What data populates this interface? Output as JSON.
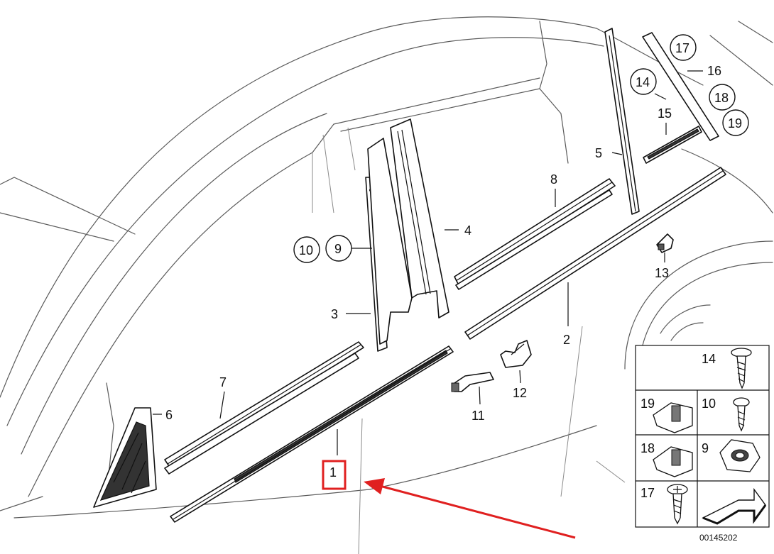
{
  "labels": {
    "l1": "1",
    "l2": "2",
    "l3": "3",
    "l4": "4",
    "l5": "5",
    "l6": "6",
    "l7": "7",
    "l8": "8",
    "l9": "9",
    "l10": "10",
    "l11": "11",
    "l12": "12",
    "l13": "13",
    "l14": "14",
    "l15": "15",
    "l16": "16",
    "l17": "17",
    "l18": "18",
    "l19": "19"
  },
  "parts_grid": {
    "c14": "14",
    "c19": "19",
    "c10": "10",
    "c18": "18",
    "c9": "9",
    "c17": "17"
  },
  "catalog_number": "00145202",
  "highlight_color": "#e02020"
}
